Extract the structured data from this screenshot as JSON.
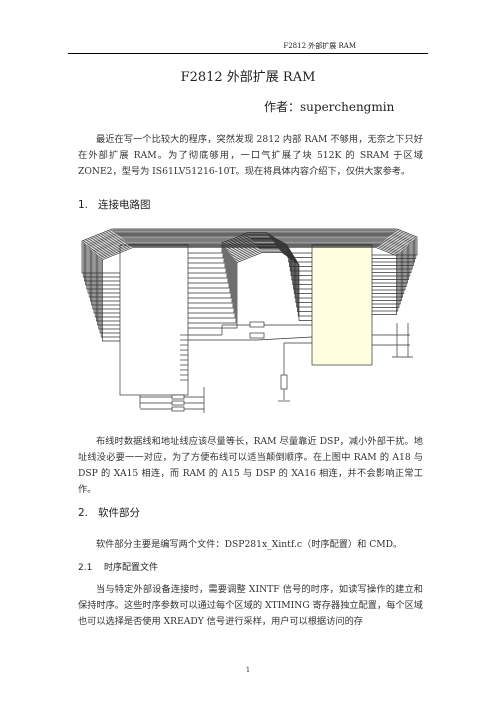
{
  "header": {
    "text": "F2812 外部扩展 RAM"
  },
  "title": "F2812 外部扩展 RAM",
  "author": "作者：superchengmin",
  "intro": "最近在写一个比较大的程序，突然发现 2812 内部 RAM 不够用，无奈之下只好在外部扩展 RAM。为了彻底够用，一口气扩展了块 512K 的 SRAM 于区域 ZONE2，型号为 IS61LV51216-10T。现在将具体内容介绍下，仅供大家参考。",
  "section1": {
    "number": "1.",
    "title": "连接电路图"
  },
  "circuit_note": "布线时数据线和地址线应该尽量等长，RAM 尽量靠近 DSP，减小外部干扰。地址线没必要一一对应，为了方便布线可以适当颠倒顺序。在上图中 RAM 的 A18 与 DSP 的 XA15 相连，而 RAM 的 A15 与 DSP 的 XA16 相连，并不会影响正常工作。",
  "section2": {
    "number": "2.",
    "title": "软件部分"
  },
  "software_intro": "软件部分主要是编写两个文件：DSP281x_Xintf.c（时序配置）和 CMD。",
  "section2_1": {
    "number": "2.1",
    "title": "时序配置文件"
  },
  "timing_text": "当与特定外部设备连接时，需要调整 XINTF 信号的时序，如读写操作的建立和保持时序。这些时序参数可以通过每个区域的 XTIMING 寄存器独立配置，每个区域也可以选择是否使用 XREADY 信号进行采样，用户可以根据访问的存",
  "footer": {
    "page": "1"
  }
}
